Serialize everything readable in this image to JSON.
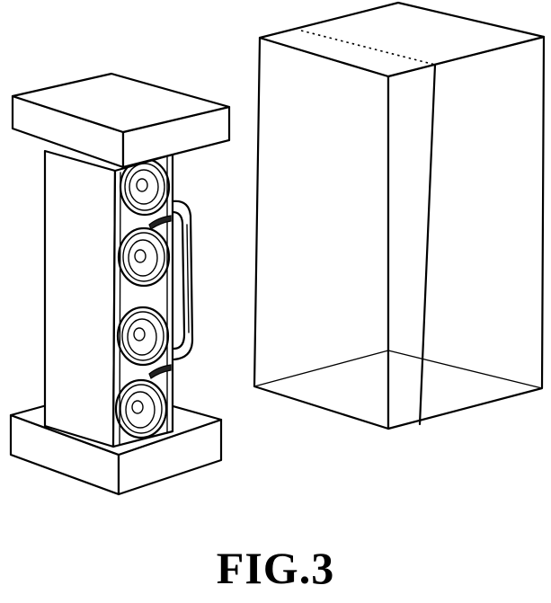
{
  "figure": {
    "caption": "FIG.3",
    "parts": {
      "speaker_unit": {
        "driver_count": 4,
        "has_handle": true
      },
      "top_cushion": "end-cap-block",
      "bottom_cushion": "end-cap-block",
      "sleeve": "open-ended-box-sleeve"
    }
  }
}
